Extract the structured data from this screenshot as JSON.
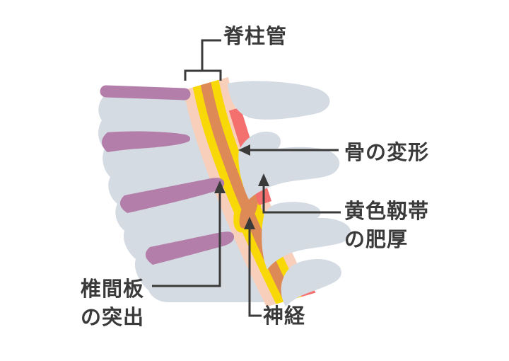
{
  "diagram": {
    "labels": {
      "spinal_canal": "脊柱管",
      "bone_deformation": "骨の変形",
      "ligament_thickening": "黄色靱帯\nの肥厚",
      "disc_protrusion": "椎間板\nの突出",
      "nerve": "神経"
    },
    "colors": {
      "background": "#ffffff",
      "bone": "#d5dbe2",
      "disc": "#b37ea9",
      "canal_outer": "#f7cfba",
      "yellow_ligament": "#f8d806",
      "nerve_cord": "#dd8a56",
      "thickened_ligament": "#f4706f",
      "line": "#3a3a3a"
    }
  }
}
